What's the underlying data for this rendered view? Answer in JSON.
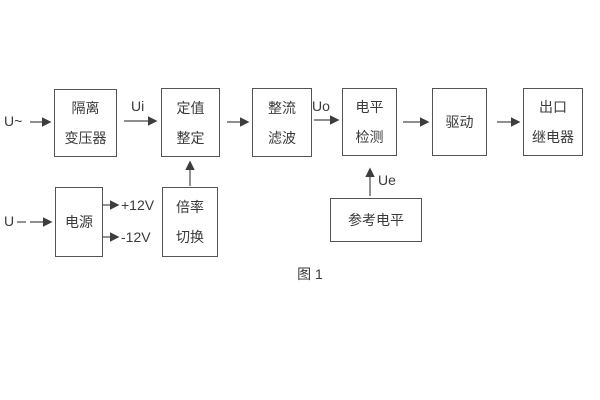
{
  "diagram": {
    "caption": "图 1",
    "nodes": {
      "isolation_transformer": {
        "line1": "隔离",
        "line2": "变压器"
      },
      "value_setting": {
        "line1": "定值",
        "line2": "整定"
      },
      "rectifier_filter": {
        "line1": "整流",
        "line2": "滤波"
      },
      "level_detect": {
        "line1": "电平",
        "line2": "检测"
      },
      "drive": {
        "label": "驱动"
      },
      "output_relay": {
        "line1": "出口",
        "line2": "继电器"
      },
      "power_supply": {
        "label": "电源"
      },
      "multiplier_switch": {
        "line1": "倍率",
        "line2": "切换"
      },
      "reference_level": {
        "label": "参考电平"
      }
    },
    "signals": {
      "input_ac": "U~",
      "input_dc": "U",
      "ui": "Ui",
      "uo": "Uo",
      "ue": "Ue",
      "plus_12v": "+12V",
      "minus_12v": "-12V"
    },
    "colors": {
      "line": "#4a4a4a",
      "text": "#3a3a3a",
      "background": "#ffffff"
    }
  }
}
